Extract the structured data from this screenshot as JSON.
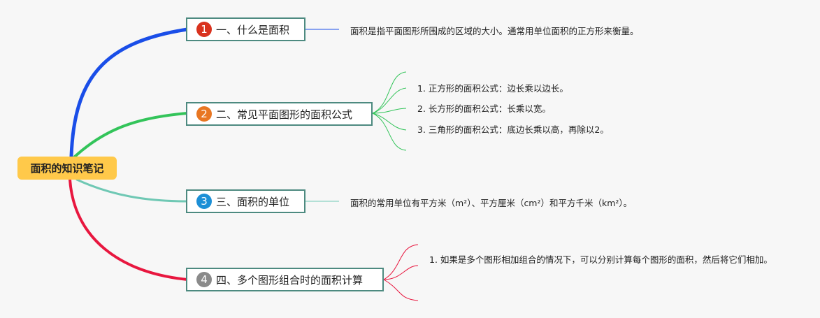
{
  "root": {
    "label": "面积的知识笔记"
  },
  "branches": [
    {
      "number": "1",
      "label": "一、什么是面积",
      "color": "#1a4ee8",
      "badge_color": "#d9321e",
      "leaves": [
        "面积是指平面图形所围成的区域的大小。通常用单位面积的正方形来衡量。"
      ]
    },
    {
      "number": "2",
      "label": "二、常见平面图形的面积公式",
      "color": "#33c45a",
      "badge_color": "#e87622",
      "leaves": [
        "1. 正方形的面积公式：边长乘以边长。",
        "2. 长方形的面积公式：长乘以宽。",
        "3. 三角形的面积公式：底边长乘以高，再除以2。"
      ]
    },
    {
      "number": "3",
      "label": "三、面积的单位",
      "color": "#6fc8b4",
      "badge_color": "#1c8fd6",
      "leaves": [
        "面积的常用单位有平方米（m²）、平方厘米（cm²）和平方千米（km²）。"
      ]
    },
    {
      "number": "4",
      "label": "四、多个图形组合时的面积计算",
      "color": "#e8173f",
      "badge_color": "#8a8a8a",
      "leaves": [
        "1. 如果是多个图形相加组合的情况下，可以分别计算每个图形的面积，然后将它们相加。"
      ]
    }
  ],
  "node_border_color": "#4d8a80"
}
